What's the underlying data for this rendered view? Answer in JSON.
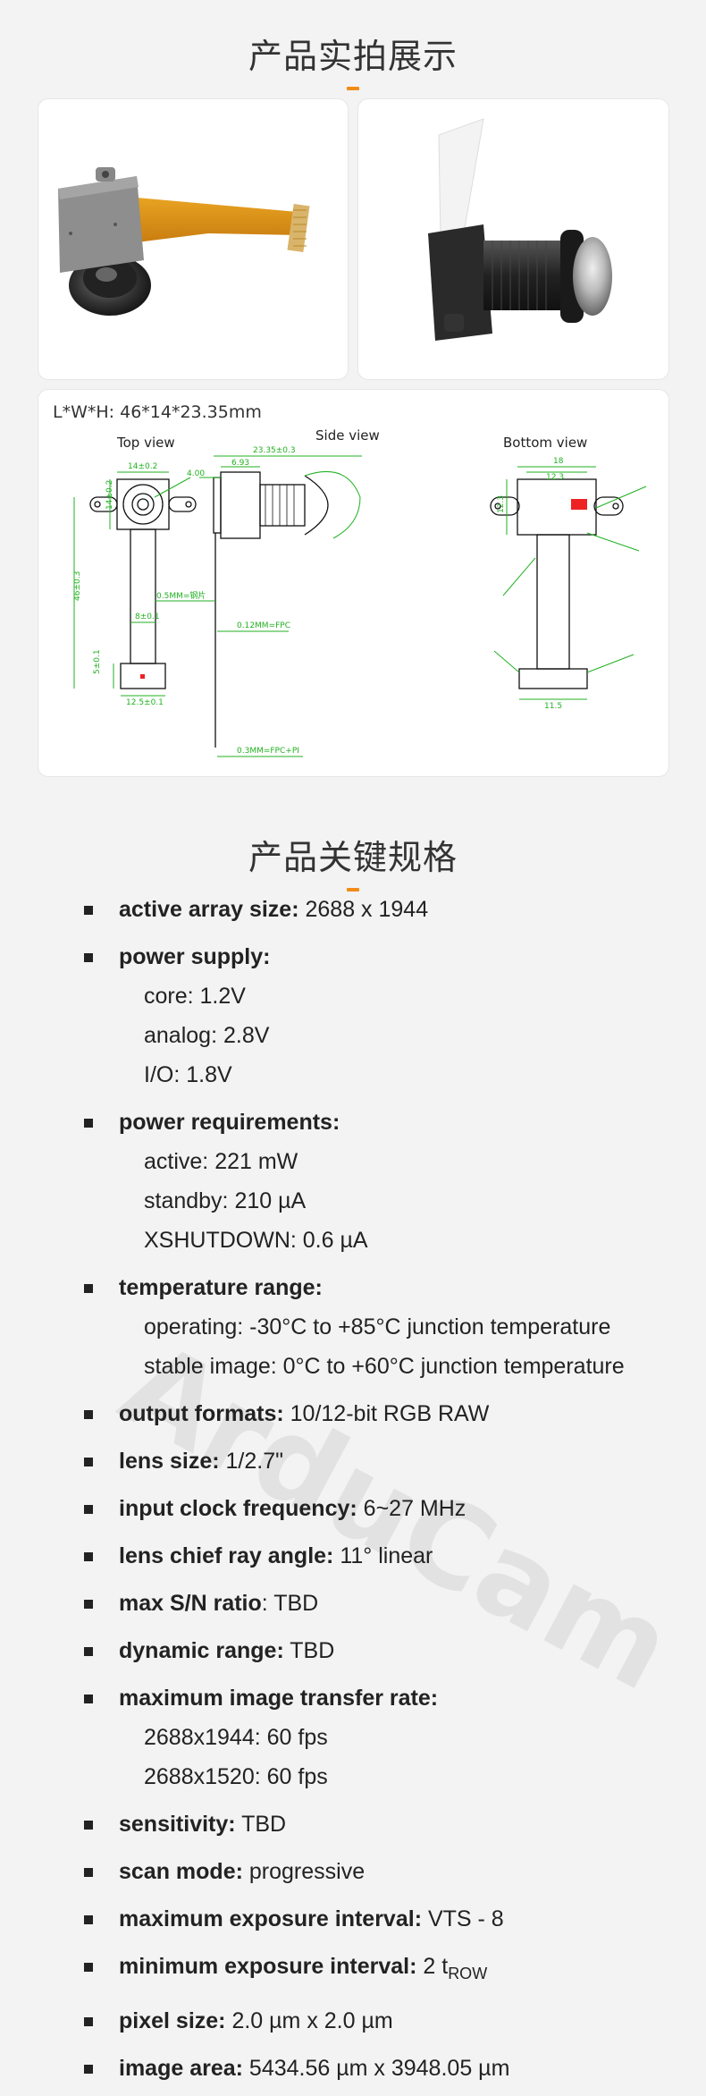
{
  "section1_title": "产品实拍展示",
  "section2_title": "产品关键规格",
  "dimension_text": "L*W*H: 46*14*23.35mm",
  "views": {
    "top": "Top view",
    "side": "Side view",
    "bottom": "Bottom view"
  },
  "drawing_labels": {
    "w14": "14±0.2",
    "h14": "14±0.2",
    "len46": "46±0.3",
    "fpc8": "8±0.1",
    "h5": "5±0.1",
    "w12": "12.5±0.1",
    "len2335": "23.35±0.3",
    "s400": "4.00",
    "s693": "6.93",
    "fpc05": "0.5MM=钢片",
    "fpc012": "0.12MM=FPC",
    "fpc03": "0.3MM=FPC+PI",
    "b18": "18",
    "b123": "12.3",
    "b115": "11.5",
    "bh123": "12.3"
  },
  "specs": [
    {
      "label": "active array size:",
      "value": " 2688 x 1944",
      "sub": []
    },
    {
      "label": "power supply:",
      "value": "",
      "sub": [
        "core: 1.2V",
        "analog: 2.8V",
        "I/O: 1.8V"
      ]
    },
    {
      "label": "power requirements:",
      "value": "",
      "sub": [
        "active: 221 mW",
        "standby: 210 µA",
        "XSHUTDOWN: 0.6 µA"
      ]
    },
    {
      "label": "temperature range:",
      "value": "",
      "sub": [
        "operating: -30°C to +85°C junction temperature",
        "stable image: 0°C to +60°C junction temperature"
      ]
    },
    {
      "label": "output formats:",
      "value": " 10/12-bit RGB RAW",
      "sub": []
    },
    {
      "label": "lens size:",
      "value": " 1/2.7\"",
      "sub": []
    },
    {
      "label": "input clock frequency:",
      "value": " 6~27 MHz",
      "sub": []
    },
    {
      "label": "lens chief ray angle:",
      "value": " 11° linear",
      "sub": []
    },
    {
      "label": "max S/N ratio",
      "value": ": TBD",
      "sub": []
    },
    {
      "label": "dynamic range:",
      "value": " TBD",
      "sub": []
    },
    {
      "label": "maximum image transfer rate:",
      "value": "",
      "sub": [
        "2688x1944: 60 fps",
        "2688x1520: 60 fps"
      ]
    },
    {
      "label": "sensitivity:",
      "value": " TBD",
      "sub": []
    },
    {
      "label": "scan mode:",
      "value": " progressive",
      "sub": []
    },
    {
      "label": "maximum exposure interval:",
      "value": " VTS - 8",
      "sub": []
    },
    {
      "label": "minimum exposure interval:",
      "value": " 2 t",
      "value_sub": "ROW",
      "sub": []
    },
    {
      "label": "pixel size:",
      "value": " 2.0 µm x 2.0 µm",
      "sub": []
    },
    {
      "label": "image area:",
      "value": " 5434.56 µm x 3948.05 µm",
      "sub": []
    }
  ]
}
